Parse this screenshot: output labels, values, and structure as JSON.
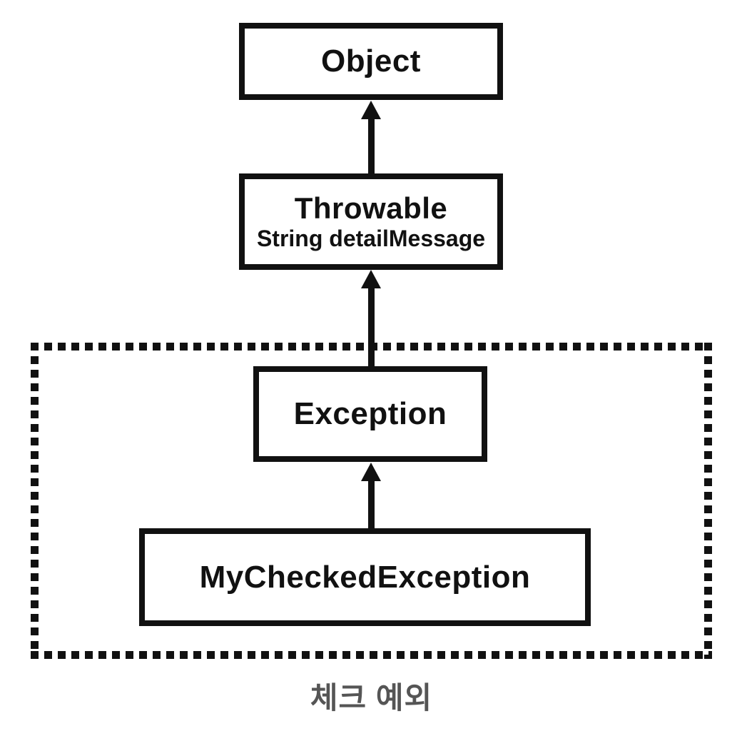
{
  "diagram": {
    "description": "class-hierarchy-diagram",
    "nodes": {
      "object": {
        "title": "Object"
      },
      "throwable": {
        "title": "Throwable",
        "field": "String detailMessage"
      },
      "exception": {
        "title": "Exception"
      },
      "my_checked_exception": {
        "title": "MyCheckedException"
      }
    },
    "arrows": [
      {
        "from": "Throwable",
        "to": "Object",
        "direction": "up"
      },
      {
        "from": "Exception",
        "to": "Throwable",
        "direction": "up"
      },
      {
        "from": "MyCheckedException",
        "to": "Exception",
        "direction": "up"
      }
    ],
    "group": {
      "label": "체크 예외",
      "members": [
        "Exception",
        "MyCheckedException"
      ],
      "border_style": "dotted-square"
    }
  },
  "colors": {
    "ink": "#111111",
    "label_gray": "#555555",
    "bg": "#ffffff"
  }
}
